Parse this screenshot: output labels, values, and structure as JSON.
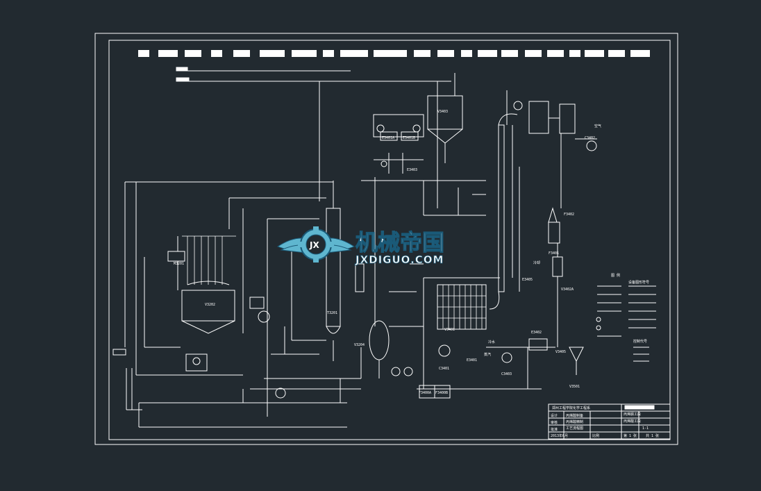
{
  "colors": {
    "background": "#222a30",
    "line": "#ffffff",
    "watermark": "#5fb6cf",
    "watermark_dark": "#1a5a78"
  },
  "watermark": {
    "cn": "机械帝国",
    "en": "JXDIGUO.COM",
    "logo_icon": "gear-wings-logo-icon"
  },
  "equipment": [
    {
      "id": "V3403",
      "label": "V3403"
    },
    {
      "id": "E3401A",
      "label": "E3401A"
    },
    {
      "id": "E3401B",
      "label": "E3401B"
    },
    {
      "id": "E3403",
      "label": "E3403"
    },
    {
      "id": "V3202",
      "label": "V3202"
    },
    {
      "id": "M3201",
      "label": "M3201"
    },
    {
      "id": "T3201",
      "label": "T3201"
    },
    {
      "id": "V3204",
      "label": "V3204"
    },
    {
      "id": "F3402",
      "label": "F3402"
    },
    {
      "id": "F3401",
      "label": "F3401"
    },
    {
      "id": "V3402A",
      "label": "V3402A"
    },
    {
      "id": "C3401",
      "label": "C3401"
    },
    {
      "id": "C3403",
      "label": "C3403"
    },
    {
      "id": "E3401",
      "label": "E3401"
    },
    {
      "id": "E3402",
      "label": "E3402"
    },
    {
      "id": "V3405",
      "label": "V3405"
    },
    {
      "id": "V3401",
      "label": "V3401"
    },
    {
      "id": "E3405",
      "label": "E3405"
    },
    {
      "id": "F3400A",
      "label": "F3400A"
    },
    {
      "id": "F3400B",
      "label": "F3400B"
    },
    {
      "id": "C3402",
      "label": "C3402"
    },
    {
      "id": "V3501",
      "label": "V3501"
    }
  ],
  "side_labels": {
    "legend_title": "图   例",
    "legend_sub": "设备图形符号",
    "control_title": "控制代号",
    "water_in": "冷水",
    "steam": "蒸汽",
    "cool_label": "冷却",
    "air_label": "空气"
  },
  "title_block": {
    "school": "郑州工程学院化学工程系",
    "drawing_title": "丙烯腈工段",
    "drawing_sub": "丙烯酸工段",
    "process_name": "丙烯酸制备",
    "process_sub": "丙烯酸精制",
    "process_sub2": "工艺流程图",
    "sheet": "1-1",
    "date": "2013年6月",
    "ratio_label": "比例",
    "sheet_count": "第 1 张",
    "sheet_total": "共 1 张",
    "col_design": "设计",
    "col_check": "审核",
    "col_approve": "批准"
  }
}
